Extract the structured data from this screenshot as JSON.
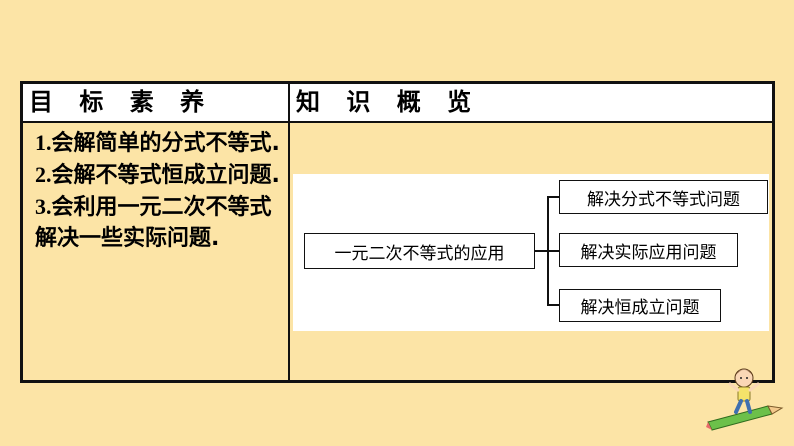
{
  "table": {
    "header_left": "目 标 素 养",
    "header_right": "知 识 概 览"
  },
  "goals": [
    {
      "num": "1.",
      "text": "会解简单的分式不等式."
    },
    {
      "num": "2.",
      "text": "会解不等式恒成立问题."
    },
    {
      "num": "3.",
      "text": "会利用一元二次不等式解决一些实际问题."
    }
  ],
  "concept_map": {
    "root": "一元二次不等式的应用",
    "branches": [
      "解决分式不等式问题",
      "解决实际应用问题",
      "解决恒成立问题"
    ]
  },
  "colors": {
    "background": "#FCE4A6",
    "border": "#111111"
  },
  "decoration": "cartoon-girl-on-pencil"
}
